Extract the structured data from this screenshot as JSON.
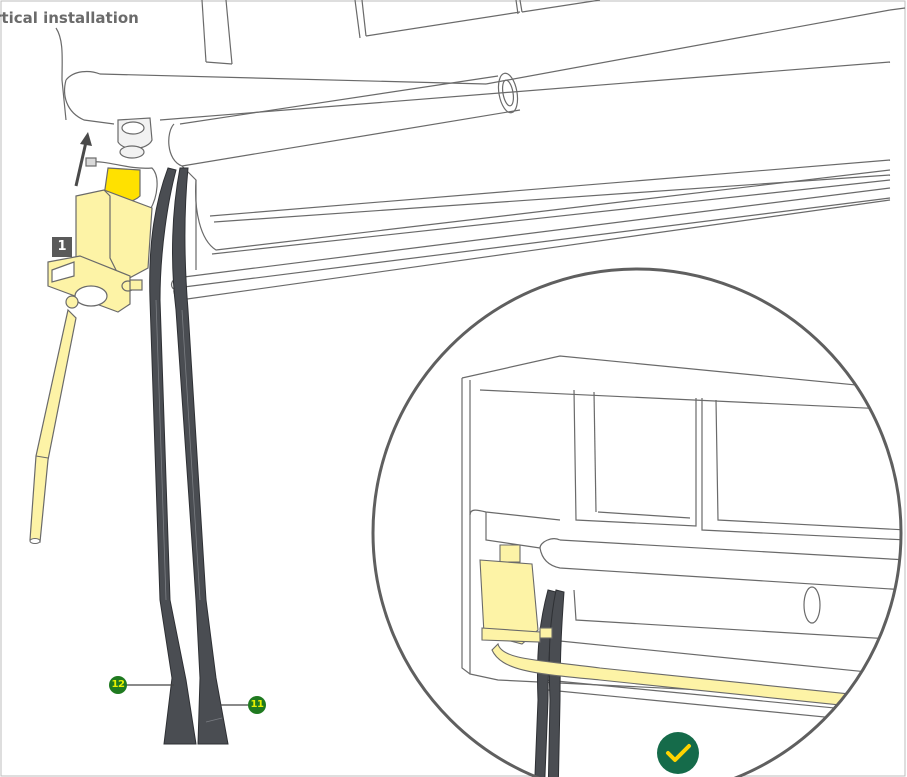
{
  "title": "rtical installation",
  "step_badge": "1",
  "callouts": {
    "left": "12",
    "right": "11"
  },
  "colors": {
    "outline": "#5f5f5f",
    "hose": "#4a4d52",
    "yellow_part": "#fdf3a6",
    "yellow_accent": "#ffe100",
    "callout_bg": "#1f7a1f",
    "callout_text": "#e6f000",
    "check_bg": "#156b4a"
  },
  "icons": [
    "arrow-up-icon",
    "check-icon"
  ]
}
